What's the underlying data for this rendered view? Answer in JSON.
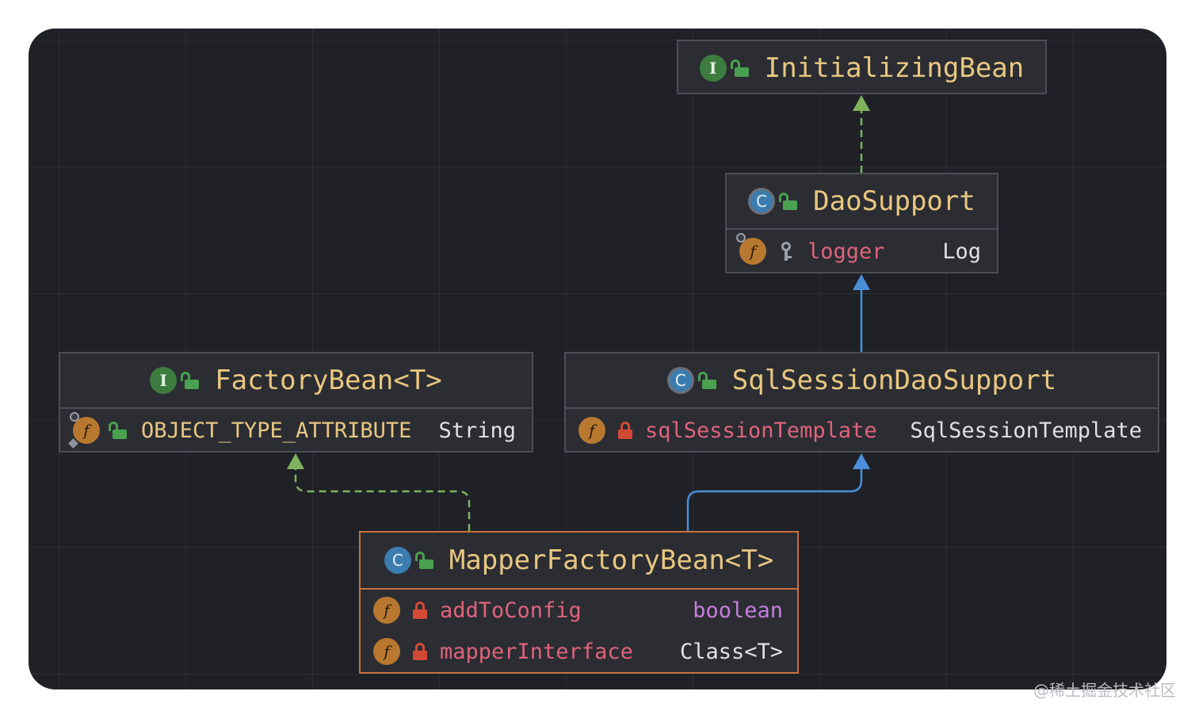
{
  "colors": {
    "background": "#1f2127",
    "node_fill": "#2b2d33",
    "node_border": "#4b4e57",
    "selected_border": "#c8703a",
    "class_name": "#e9c780",
    "field_name": "#e0637a",
    "type_text": "#dfe1e5",
    "keyword": "#c77dde",
    "realization_arrow": "#7fb35e",
    "generalization_arrow": "#4a90d9"
  },
  "nodes": {
    "initializing_bean": {
      "kind": "interface",
      "name": "InitializingBean"
    },
    "dao_support": {
      "kind": "abstract-class",
      "name": "DaoSupport",
      "fields": [
        {
          "name": "logger",
          "type": "Log",
          "access": "package-private",
          "static": true
        }
      ]
    },
    "factory_bean": {
      "kind": "interface",
      "name": "FactoryBean<T>",
      "fields": [
        {
          "name": "OBJECT_TYPE_ATTRIBUTE",
          "type": "String",
          "access": "public",
          "static": true
        }
      ]
    },
    "sql_session_dao_support": {
      "kind": "abstract-class",
      "name": "SqlSessionDaoSupport",
      "fields": [
        {
          "name": "sqlSessionTemplate",
          "type": "SqlSessionTemplate",
          "access": "private"
        }
      ]
    },
    "mapper_factory_bean": {
      "kind": "class",
      "name": "MapperFactoryBean<T>",
      "selected": true,
      "fields": [
        {
          "name": "addToConfig",
          "type": "boolean",
          "access": "private"
        },
        {
          "name": "mapperInterface",
          "type": "Class<T>",
          "access": "private"
        }
      ]
    }
  },
  "edges": [
    {
      "from": "DaoSupport",
      "to": "InitializingBean",
      "relation": "realization"
    },
    {
      "from": "SqlSessionDaoSupport",
      "to": "DaoSupport",
      "relation": "generalization"
    },
    {
      "from": "MapperFactoryBean<T>",
      "to": "FactoryBean<T>",
      "relation": "realization"
    },
    {
      "from": "MapperFactoryBean<T>",
      "to": "SqlSessionDaoSupport",
      "relation": "generalization"
    }
  ],
  "icons": {
    "interface": "interface-icon",
    "class": "class-icon",
    "abstract_class": "abstract-class-icon",
    "field": "field-icon",
    "public": "public-lock-icon",
    "private": "private-lock-icon",
    "package_private": "package-private-key-icon"
  },
  "badge_letters": {
    "interface": "I",
    "class": "C",
    "field": "f"
  },
  "watermark": "@稀土掘金技术社区"
}
